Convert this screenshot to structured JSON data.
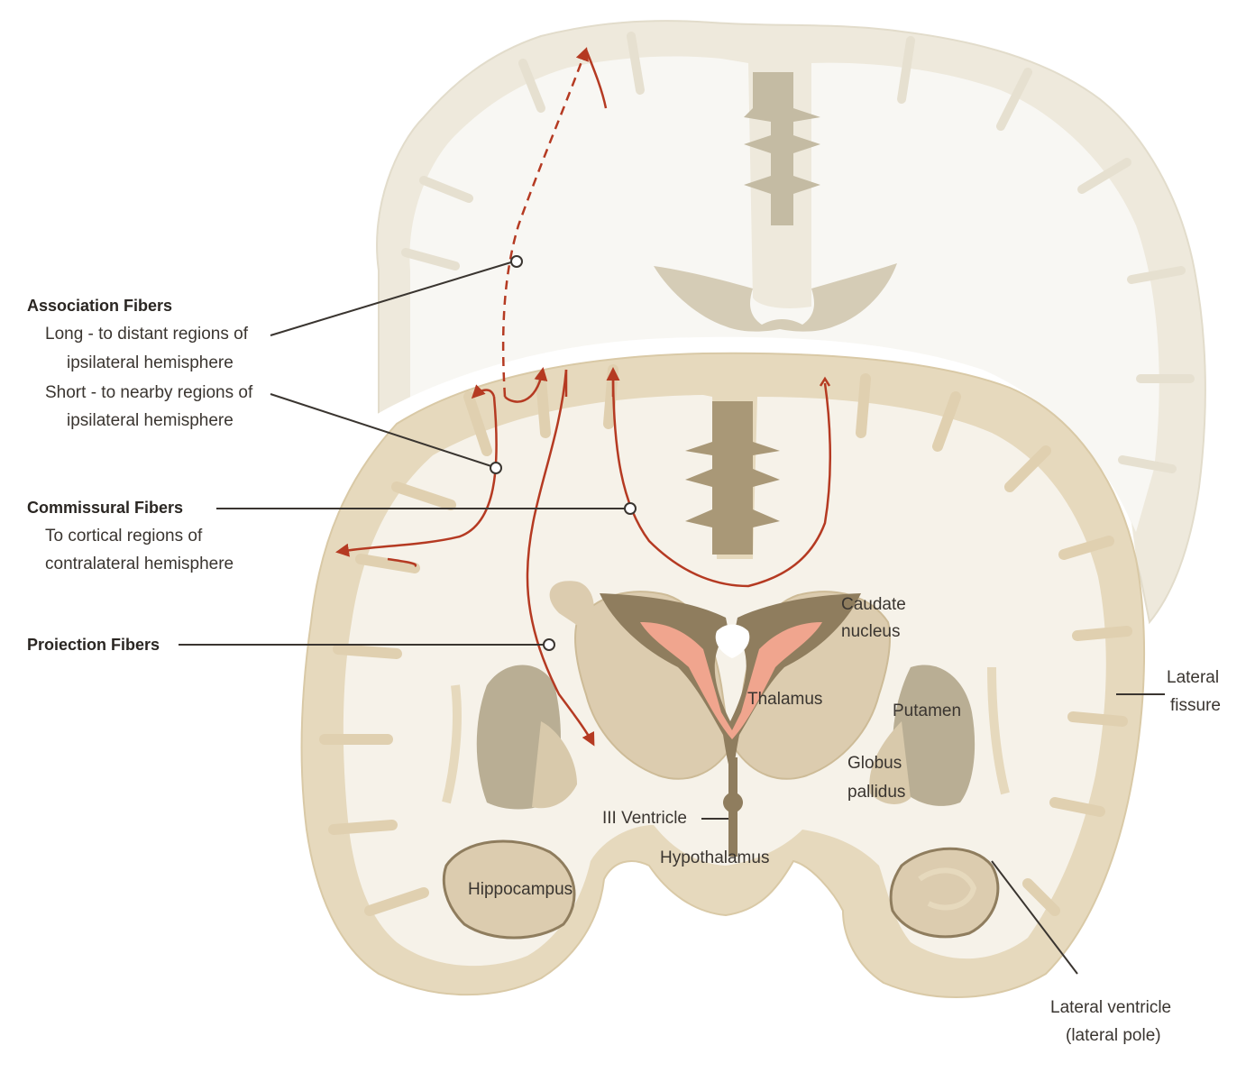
{
  "labels": {
    "assoc_title": "Association Fibers",
    "assoc_long_1": "Long - to distant regions of",
    "assoc_long_2": "ipsilateral hemisphere",
    "assoc_short_1": "Short - to nearby regions of",
    "assoc_short_2": "ipsilateral hemisphere",
    "comm_title": "Commissural Fibers",
    "comm_1": "To cortical regions of",
    "comm_2": "contralateral hemisphere",
    "proj_title": "Proiection Fibers",
    "caudate_1": "Caudate",
    "caudate_2": "nucleus",
    "thalamus": "Thalamus",
    "putamen": "Putamen",
    "globus_1": "Globus",
    "globus_2": "pallidus",
    "iii_ventricle": "III Ventricle",
    "hypothalamus": "Hypothalamus",
    "hippocampus": "Hippocampus",
    "lateral_fissure_1": "Lateral",
    "lateral_fissure_2": "fissure",
    "lateral_ventricle_1": "Lateral ventricle",
    "lateral_ventricle_2": "(lateral pole)"
  },
  "colors": {
    "cortex": "#e6d9bd",
    "cortex_back": "#eee9dc",
    "white_matter": "#f6f2e9",
    "white_matter_back": "#f8f7f3",
    "nuclei": "#d8c9ab",
    "ventricle_dark": "#8f7d5e",
    "ventricle_pink": "#f0a58e",
    "putamen": "#b9ae94",
    "fiber_red": "#b53a22",
    "leader_line": "#3a3530"
  }
}
